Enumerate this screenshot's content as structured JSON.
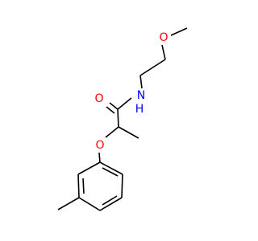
{
  "molecule": {
    "atom_labels": {
      "o_methoxy": "O",
      "n_amide": "N",
      "h_amide": "H",
      "o_carbonyl": "O",
      "o_ether": "O"
    },
    "colors": {
      "bond": "#000000",
      "oxygen": "#ff0000",
      "nitrogen": "#0000ff",
      "background": "#ffffff"
    }
  }
}
